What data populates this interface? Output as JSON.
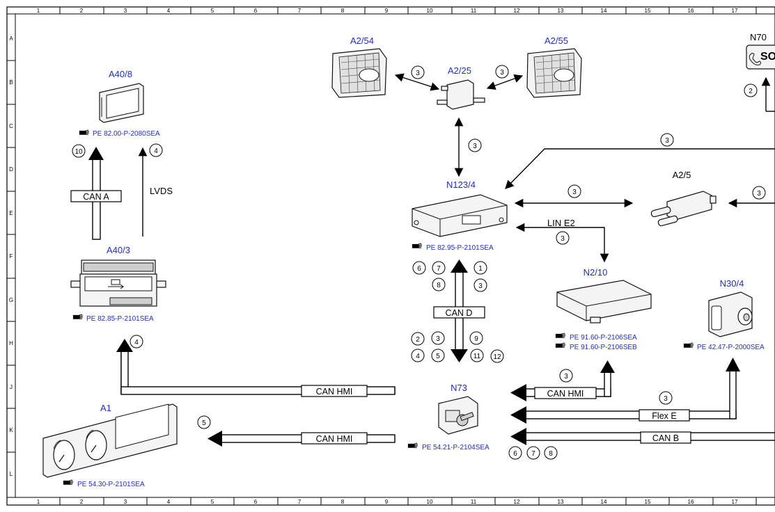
{
  "grid": {
    "columns": [
      "1",
      "2",
      "3",
      "4",
      "5",
      "6",
      "7",
      "8",
      "9",
      "10",
      "11",
      "12",
      "13",
      "14",
      "15",
      "16",
      "17"
    ],
    "rows": [
      "A",
      "B",
      "C",
      "D",
      "E",
      "F",
      "G",
      "H",
      "J",
      "K",
      "L"
    ]
  },
  "components": {
    "a40_8": {
      "label": "A40/8",
      "ref": "PE 82.00-P-2080SEA"
    },
    "a40_3": {
      "label": "A40/3",
      "ref": "PE 82.85-P-2101SEA"
    },
    "a1": {
      "label": "A1",
      "ref": "PE 54.30-P-2101SEA"
    },
    "a2_54": {
      "label": "A2/54"
    },
    "a2_25": {
      "label": "A2/25"
    },
    "a2_55": {
      "label": "A2/55"
    },
    "n70": {
      "label": "N70",
      "symbol": "SO"
    },
    "n123_4": {
      "label": "N123/4",
      "ref": "PE 82.95-P-2101SEA"
    },
    "a2_5": {
      "label": "A2/5"
    },
    "n2_10": {
      "label": "N2/10",
      "ref1": "PE 91.60-P-2106SEA",
      "ref2": "PE 91.60-P-2106SEB"
    },
    "n30_4": {
      "label": "N30/4",
      "ref": "PE 42.47-P-2000SEA"
    },
    "n73": {
      "label": "N73",
      "ref": "PE 54.21-P-2104SEA"
    }
  },
  "buses": {
    "can_a": "CAN A",
    "lvds": "LVDS",
    "can_d": "CAN D",
    "lin_e2": "LIN E2",
    "can_hmi_left": "CAN HMI",
    "can_hmi_a1": "CAN HMI",
    "can_hmi_right": "CAN HMI",
    "flex_e": "Flex E",
    "can_b": "CAN B"
  },
  "markers": {
    "m10": "10",
    "m4_lvds": "4",
    "m4_a40_3": "4",
    "m5_a1": "5",
    "m3_a254": "3",
    "m3_a255": "3",
    "m3_vert": "3",
    "m3_top": "3",
    "m3_a25": "3",
    "m3_right": "3",
    "m3_line": "3",
    "m2_n70": "2",
    "d6": "6",
    "d7": "7",
    "d8": "8",
    "d1": "1",
    "d3a": "3",
    "d2": "2",
    "d3b": "3",
    "d4": "4",
    "d5": "5",
    "d9": "9",
    "d11": "11",
    "d12": "12",
    "hmi3": "3",
    "flex3": "3",
    "b6": "6",
    "b7": "7",
    "b8": "8"
  },
  "icons": [
    "reference-hand-icon"
  ]
}
